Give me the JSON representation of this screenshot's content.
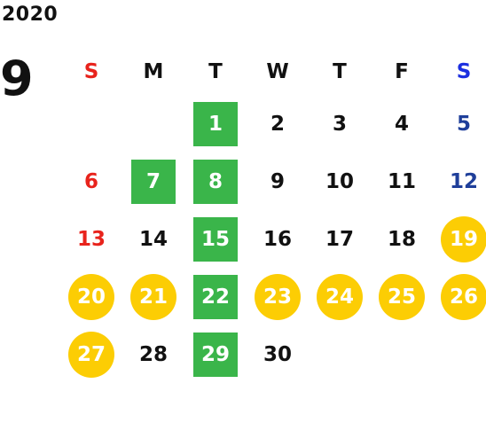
{
  "calendar": {
    "year": "2020",
    "month": "9",
    "weekdays": [
      "S",
      "M",
      "T",
      "W",
      "T",
      "F",
      "S"
    ],
    "colors": {
      "sunday": "#e8231c",
      "saturday_header": "#1c2fe0",
      "saturday_date": "#1f3f9a",
      "green_highlight": "#3ab54a",
      "yellow_highlight": "#fccd04"
    },
    "weeks": [
      [
        "",
        "",
        "1",
        "2",
        "3",
        "4",
        "5"
      ],
      [
        "6",
        "7",
        "8",
        "9",
        "10",
        "11",
        "12"
      ],
      [
        "13",
        "14",
        "15",
        "16",
        "17",
        "18",
        "19"
      ],
      [
        "20",
        "21",
        "22",
        "23",
        "24",
        "25",
        "26"
      ],
      [
        "27",
        "28",
        "29",
        "30",
        "",
        "",
        ""
      ]
    ],
    "green_days": [
      "1",
      "7",
      "8",
      "15",
      "22",
      "29"
    ],
    "yellow_days": [
      "19",
      "20",
      "21",
      "23",
      "24",
      "25",
      "26",
      "27"
    ]
  }
}
